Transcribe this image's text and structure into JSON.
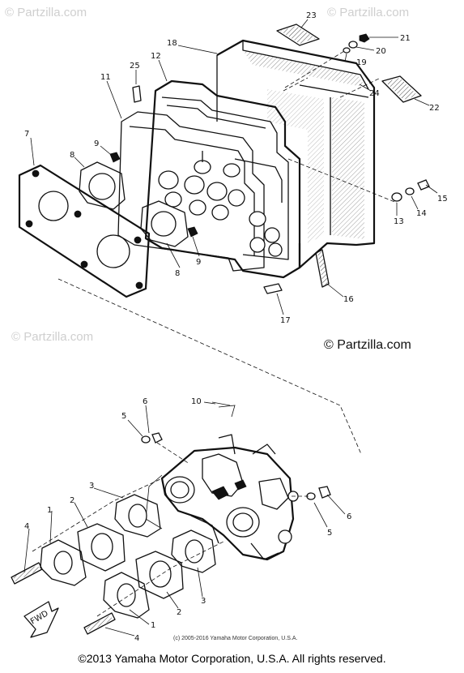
{
  "watermark": {
    "text": "© Partzilla.com"
  },
  "brand_mark": "© Partzilla.com",
  "callouts": {
    "c1": "1",
    "c2": "2",
    "c3": "3",
    "c4": "4",
    "c5": "5",
    "c6": "6",
    "c7": "7",
    "c8": "8",
    "c9": "9",
    "c10": "10",
    "c11": "11",
    "c12": "12",
    "c13": "13",
    "c14": "14",
    "c15": "15",
    "c16": "16",
    "c17": "17",
    "c18": "18",
    "c19": "19",
    "c20": "20",
    "c21": "21",
    "c22": "22",
    "c23": "23",
    "c24": "24",
    "c25": "25",
    "cF": "FWD"
  },
  "small_copyright": "(c) 2005-2016 Yamaha Motor Corporation, U.S.A.",
  "footer_copyright": "©2013 Yamaha Motor Corporation, U.S.A. All rights reserved."
}
